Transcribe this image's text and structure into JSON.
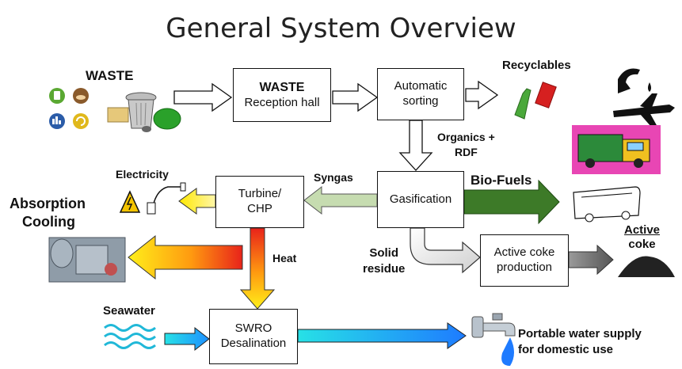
{
  "title": "General System Overview",
  "boxes": {
    "reception": {
      "line1": "WASTE",
      "line2": "Reception hall"
    },
    "sorting": {
      "line1": "Automatic",
      "line2": "sorting"
    },
    "gasification": {
      "label": "Gasification"
    },
    "turbine": {
      "line1": "Turbine/",
      "line2": "CHP"
    },
    "coke_production": {
      "line1": "Active coke",
      "line2": "production"
    },
    "swro": {
      "line1": "SWRO",
      "line2": "Desalination"
    }
  },
  "labels": {
    "waste": "WASTE",
    "recyclables": "Recyclables",
    "organics_line1": "Organics +",
    "organics_line2": "RDF",
    "syngas": "Syngas",
    "biofuels": "Bio-Fuels",
    "electricity": "Electricity",
    "absorption_line1": "Absorption",
    "absorption_line2": "Cooling",
    "heat": "Heat",
    "solid_line1": "Solid",
    "solid_line2": "residue",
    "active_line1": "Active",
    "active_line2": "coke",
    "seawater": "Seawater",
    "water_line1": "Portable water supply",
    "water_line2": "for domestic use"
  },
  "colors": {
    "green_arrow": "#3d7a28",
    "light_green_arrow": "#c6dcb0",
    "grey_arrow": "#777777",
    "light_grey_arrow": "#dddddd",
    "heat_red": "#e8231a",
    "heat_yellow": "#ffea00",
    "water_blue": "#1e90ff",
    "water_cyan": "#27e1e6"
  }
}
